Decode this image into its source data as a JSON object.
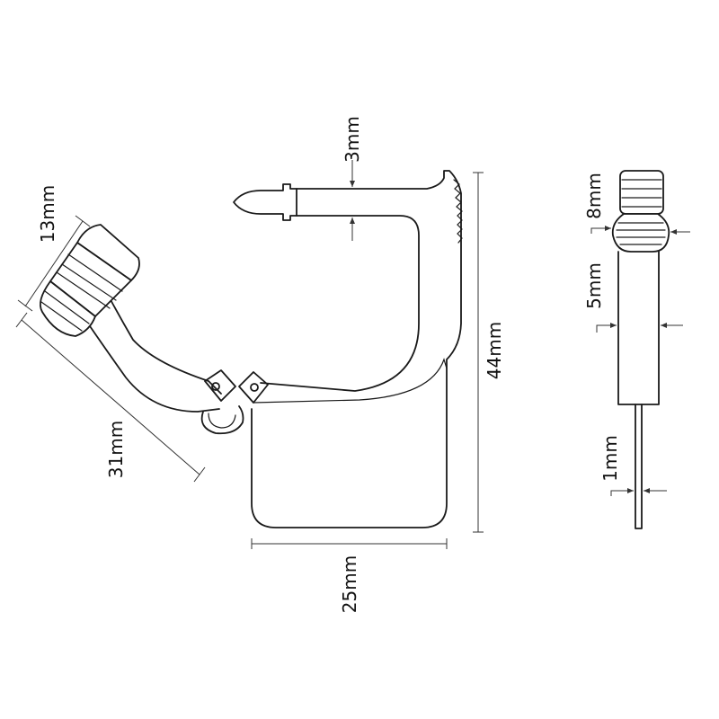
{
  "dimensions": {
    "bent_arm_width": "13mm",
    "bent_arm_length": "31mm",
    "tip_thickness": "3mm",
    "overall_height": "44mm",
    "body_width": "25mm",
    "side_head_width": "8mm",
    "side_shaft_width": "5mm",
    "side_pin_width": "1mm"
  }
}
